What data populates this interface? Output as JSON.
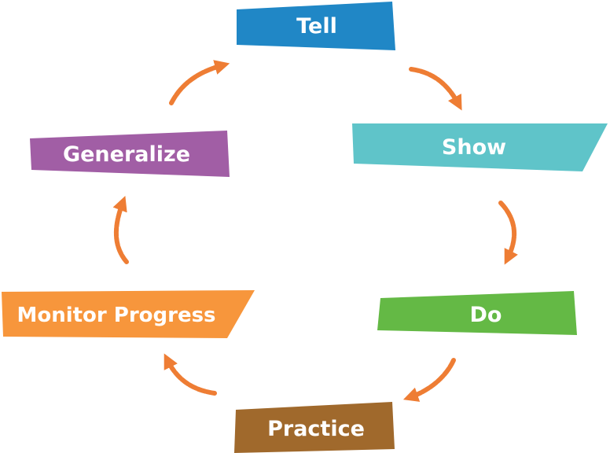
{
  "diagram": {
    "steps": [
      {
        "label": "Tell",
        "color": "#2087c6"
      },
      {
        "label": "Show",
        "color": "#5fc4c9"
      },
      {
        "label": "Do",
        "color": "#64b945"
      },
      {
        "label": "Practice",
        "color": "#a0692c"
      },
      {
        "label": "Monitor Progress",
        "color": "#f7963c"
      },
      {
        "label": "Generalize",
        "color": "#a15ea5"
      }
    ],
    "arrow_color": "#ee7d34",
    "arrow_icon": "curved-arrow-icon"
  }
}
